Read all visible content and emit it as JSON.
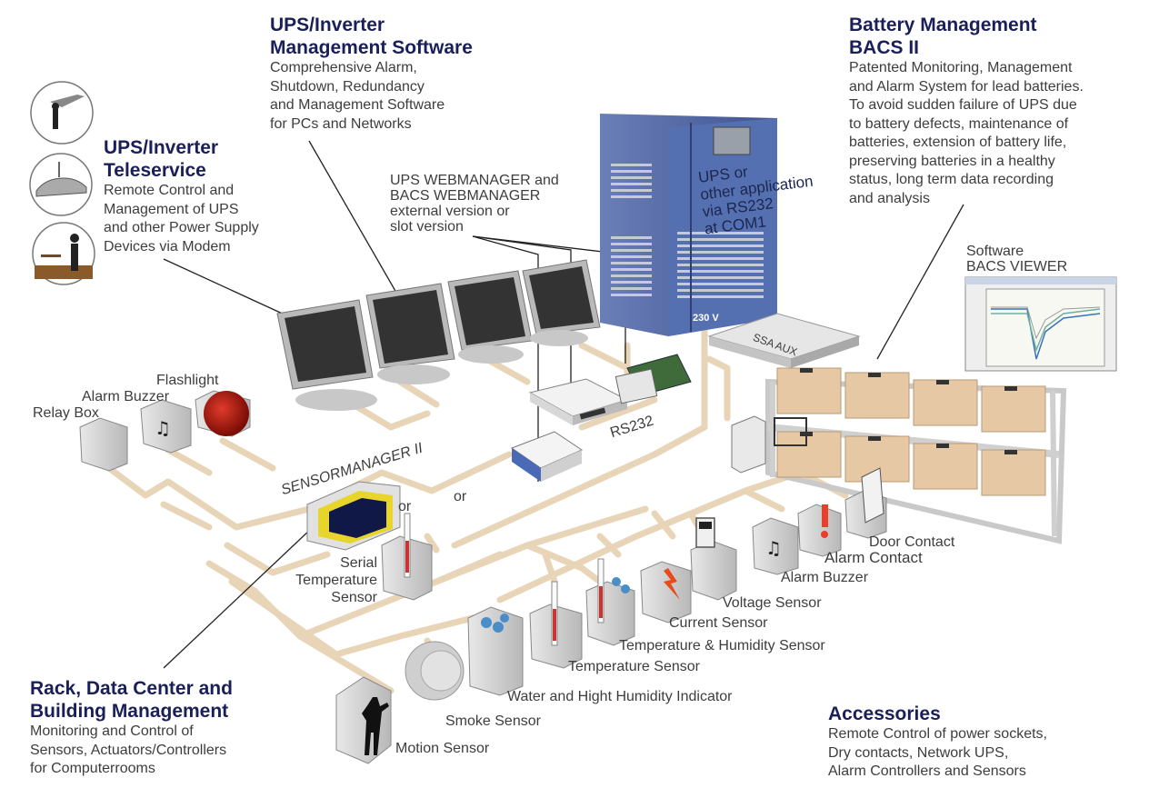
{
  "sections": {
    "ups_software": {
      "title_line1": "UPS/Inverter",
      "title_line2": "Management Software",
      "body": [
        "Comprehensive  Alarm,",
        "Shutdown, Redundancy",
        "and Management Software",
        "for PCs and Networks"
      ]
    },
    "battery": {
      "title_line1": "Battery Management",
      "title_line2": "BACS II",
      "body": [
        "Patented Monitoring, Management",
        "and Alarm System for lead batteries.",
        "To avoid sudden failure of UPS due",
        "to battery defects, maintenance of",
        "batteries, extension of battery life,",
        "preserving batteries in a healthy",
        "status,  long term data recording",
        "and analysis"
      ]
    },
    "teleservice": {
      "title_line1": "UPS/Inverter",
      "title_line2": "Teleservice",
      "body": [
        "Remote Control and",
        "Management of UPS",
        "and other Power Supply",
        "Devices via Modem"
      ]
    },
    "rack": {
      "title_line1": "Rack, Data Center and",
      "title_line2": "Building Management",
      "body": [
        "Monitoring and Control of",
        "Sensors, Actuators/Controllers",
        "for Computerrooms"
      ]
    },
    "accessories": {
      "title": "Accessories",
      "body": [
        "Remote Control of power sockets,",
        "Dry contacts, Network UPS,",
        "Alarm Controllers and Sensors"
      ]
    }
  },
  "webmanager": [
    "UPS WEBMANAGER and",
    "BACS WEBMANAGER",
    "external version or",
    "slot version"
  ],
  "ups_cabinet": {
    "text": [
      "UPS or",
      "other application",
      "via RS232",
      "at COM1"
    ],
    "voltage": "230 V"
  },
  "software_viewer": [
    "Software",
    "BACS VIEWER"
  ],
  "labels": {
    "relay_box": "Relay Box",
    "alarm_buzzer_top": "Alarm Buzzer",
    "flashlight": "Flashlight",
    "sensormanager": "SENSORMANAGER II",
    "or1": "or",
    "or2": "or",
    "rs232": "RS232",
    "ssa_aux": "SSA AUX",
    "serial_temp": [
      "Serial",
      "Temperature",
      "Sensor"
    ],
    "door_contact": "Door Contact",
    "alarm_contact": "Alarm Contact",
    "alarm_buzzer": "Alarm Buzzer",
    "voltage_sensor": "Voltage Sensor",
    "current_sensor": "Current Sensor",
    "temp_humidity": "Temperature  & Humidity Sensor",
    "temp_sensor": "Temperature Sensor",
    "water": "Water and Hight Humidity Indicator",
    "smoke": "Smoke Sensor",
    "motion": "Motion Sensor"
  },
  "colors": {
    "heading": "#1a1f5a",
    "cable": "#e8d5b7",
    "ups_blue": "#4a5f9a",
    "battery": "#e6c9a4"
  }
}
